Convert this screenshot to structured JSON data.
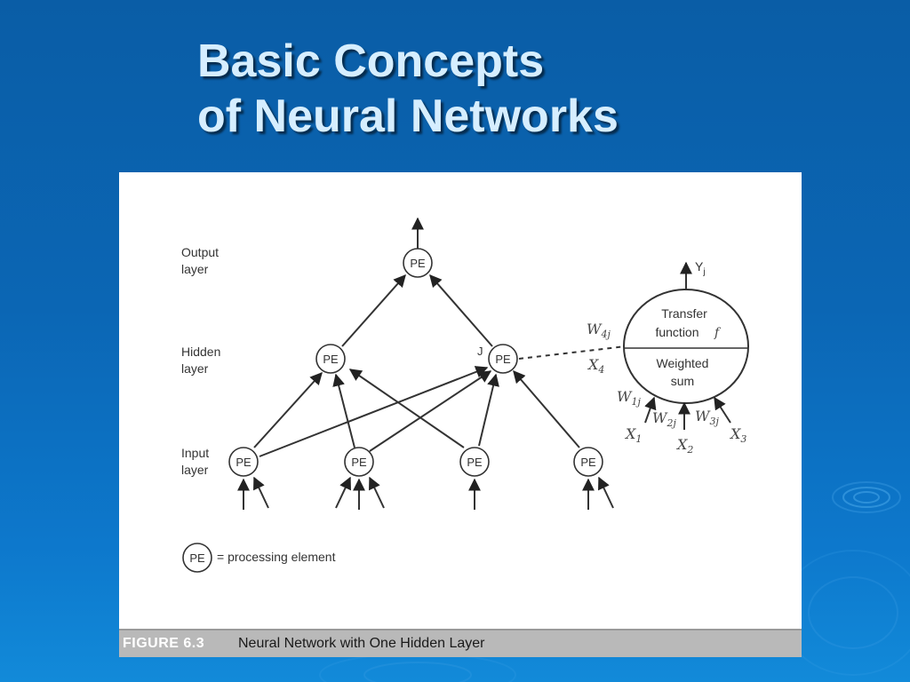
{
  "slide": {
    "title_line1": "Basic Concepts",
    "title_line2": "of Neural Networks"
  },
  "colors": {
    "background": "#0b66b4",
    "title_text": "#d6eeff",
    "figure_background": "#ffffff",
    "caption_bar": "#b9b9b9"
  },
  "diagram": {
    "layer_labels": {
      "output": [
        "Output",
        "layer"
      ],
      "hidden": [
        "Hidden",
        "layer"
      ],
      "input": [
        "Input",
        "layer"
      ]
    },
    "node_label": "PE",
    "hidden_node_j_label": "J",
    "detail_node": {
      "output_label": "Y",
      "output_subscript": "j",
      "top_section": [
        "Transfer",
        "function"
      ],
      "function_symbol": "f",
      "bottom_section": [
        "Weighted",
        "sum"
      ],
      "weights": [
        {
          "w": "W",
          "sub": "4j"
        },
        {
          "w": "W",
          "sub": "1j"
        },
        {
          "w": "W",
          "sub": "2j"
        },
        {
          "w": "W",
          "sub": "3j"
        }
      ],
      "inputs": [
        {
          "x": "X",
          "sub": "4"
        },
        {
          "x": "X",
          "sub": "1"
        },
        {
          "x": "X",
          "sub": "2"
        },
        {
          "x": "X",
          "sub": "3"
        }
      ]
    },
    "legend": {
      "symbol": "PE",
      "text": "= processing element"
    }
  },
  "figure": {
    "label": "FIGURE 6.3",
    "caption": "Neural Network with One Hidden Layer"
  }
}
